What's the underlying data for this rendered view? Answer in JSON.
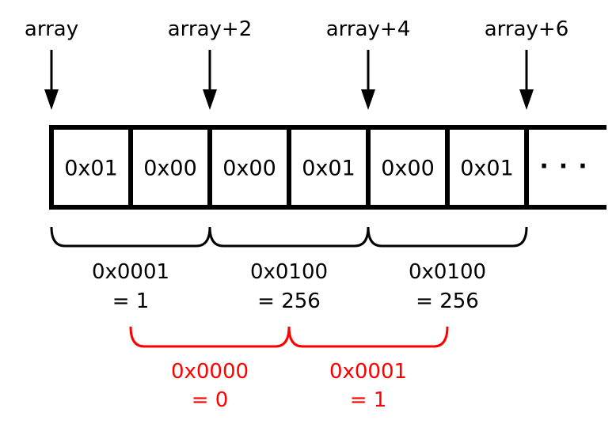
{
  "colors": {
    "line": "#000000",
    "highlight": "#ff0000",
    "background": "#ffffff"
  },
  "pointers": [
    {
      "label": "array"
    },
    {
      "label": "array+2"
    },
    {
      "label": "array+4"
    },
    {
      "label": "array+6"
    }
  ],
  "memory": {
    "cells": [
      "0x01",
      "0x00",
      "0x00",
      "0x01",
      "0x00",
      "0x01"
    ],
    "ellipsis": "···"
  },
  "aligned_reads": [
    {
      "hex": "0x0001",
      "value": "= 1"
    },
    {
      "hex": "0x0100",
      "value": "= 256"
    },
    {
      "hex": "0x0100",
      "value": "= 256"
    }
  ],
  "misaligned_reads": [
    {
      "hex": "0x0000",
      "value": "= 0"
    },
    {
      "hex": "0x0001",
      "value": "= 1"
    }
  ]
}
